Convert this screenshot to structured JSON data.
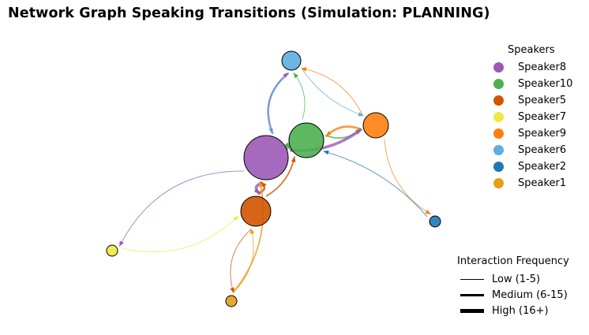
{
  "title": "Network Graph Speaking Transitions (Simulation: PLANNING)",
  "speakers_legend": {
    "title": "Speakers",
    "items": [
      {
        "name": "Speaker8",
        "color": "#9b59b6"
      },
      {
        "name": "Speaker10",
        "color": "#4caf50"
      },
      {
        "name": "Speaker5",
        "color": "#d35400"
      },
      {
        "name": "Speaker7",
        "color": "#f1e740"
      },
      {
        "name": "Speaker9",
        "color": "#ff7f0e"
      },
      {
        "name": "Speaker6",
        "color": "#5dade2"
      },
      {
        "name": "Speaker2",
        "color": "#1f77b4"
      },
      {
        "name": "Speaker1",
        "color": "#e69f16"
      }
    ]
  },
  "frequency_legend": {
    "title": "Interaction Frequency",
    "items": [
      {
        "label": "Low (1-5)",
        "weight": 1
      },
      {
        "label": "Medium (6-15)",
        "weight": 3
      },
      {
        "label": "High (16+)",
        "weight": 5
      }
    ]
  },
  "nodes": [
    {
      "id": "Speaker8",
      "color": "#9b59b6"
    },
    {
      "id": "Speaker10",
      "color": "#4caf50"
    },
    {
      "id": "Speaker5",
      "color": "#d35400"
    },
    {
      "id": "Speaker7",
      "color": "#f1e740"
    },
    {
      "id": "Speaker9",
      "color": "#ff7f0e"
    },
    {
      "id": "Speaker6",
      "color": "#5dade2"
    },
    {
      "id": "Speaker2",
      "color": "#1f77b4"
    },
    {
      "id": "Speaker1",
      "color": "#e69f16"
    }
  ],
  "edges": [
    {
      "from": "Speaker6",
      "to": "Speaker8",
      "weight": 3,
      "color": "#5dade2"
    },
    {
      "from": "Speaker8",
      "to": "Speaker6",
      "weight": 1,
      "color": "#9b59b6"
    },
    {
      "from": "Speaker10",
      "to": "Speaker6",
      "weight": 1,
      "color": "#4caf50"
    },
    {
      "from": "Speaker6",
      "to": "Speaker9",
      "weight": 1,
      "color": "#5dade2"
    },
    {
      "from": "Speaker9",
      "to": "Speaker6",
      "weight": 1,
      "color": "#ff7f0e"
    },
    {
      "from": "Speaker9",
      "to": "Speaker10",
      "weight": 3,
      "color": "#ff7f0e"
    },
    {
      "from": "Speaker10",
      "to": "Speaker9",
      "weight": 2,
      "color": "#4caf50"
    },
    {
      "from": "Speaker8",
      "to": "Speaker9",
      "weight": 4,
      "color": "#9b59b6"
    },
    {
      "from": "Speaker10",
      "to": "Speaker8",
      "weight": 4,
      "color": "#4caf50"
    },
    {
      "from": "Speaker8",
      "to": "Speaker5",
      "weight": 4,
      "color": "#9b59b6"
    },
    {
      "from": "Speaker5",
      "to": "Speaker8",
      "weight": 3,
      "color": "#d35400"
    },
    {
      "from": "Speaker5",
      "to": "Speaker10",
      "weight": 2,
      "color": "#d35400"
    },
    {
      "from": "Speaker1",
      "to": "Speaker8",
      "weight": 2,
      "color": "#e69f16"
    },
    {
      "from": "Speaker8",
      "to": "Speaker7",
      "weight": 1,
      "color": "#9b59b6"
    },
    {
      "from": "Speaker7",
      "to": "Speaker5",
      "weight": 1,
      "color": "#f1e740"
    },
    {
      "from": "Speaker5",
      "to": "Speaker1",
      "weight": 1,
      "color": "#d35400"
    },
    {
      "from": "Speaker1",
      "to": "Speaker5",
      "weight": 1,
      "color": "#e69f16"
    },
    {
      "from": "Speaker2",
      "to": "Speaker10",
      "weight": 1,
      "color": "#1f77b4"
    },
    {
      "from": "Speaker9",
      "to": "Speaker2",
      "weight": 1,
      "color": "#ff7f0e"
    }
  ]
}
